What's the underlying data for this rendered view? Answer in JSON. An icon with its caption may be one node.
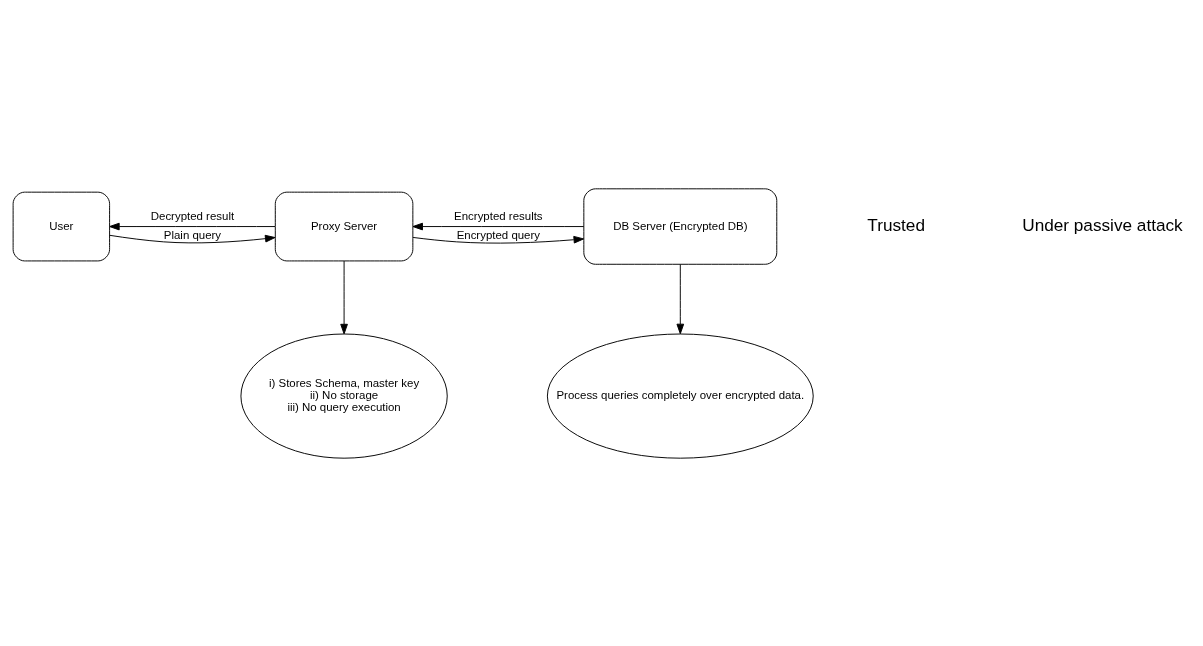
{
  "diagram": {
    "nodes": [
      {
        "text": [
          "User"
        ]
      },
      {
        "text": [
          "Proxy Server"
        ]
      },
      {
        "text": [
          "DB Server (Encrypted DB)"
        ]
      },
      {
        "text": [
          "i) Stores Schema, master key",
          "ii) No storage",
          "iii) No query execution"
        ]
      },
      {
        "text": [
          "Process queries completely over encrypted data."
        ]
      }
    ],
    "edges": [
      {
        "from": 0,
        "to": 1,
        "arrow": "to",
        "label": "Plain query"
      },
      {
        "from": 1,
        "to": 0,
        "arrow": "to",
        "label": "Decrypted result"
      },
      {
        "from": 1,
        "to": 2,
        "arrow": "to",
        "label": "Encrypted query"
      },
      {
        "from": 2,
        "to": 1,
        "arrow": "to",
        "label": "Encrypted results"
      },
      {
        "from": 1,
        "to": 3,
        "arrow": "to"
      },
      {
        "from": 2,
        "to": 4,
        "arrow": "to"
      }
    ],
    "labels": [
      "Trusted",
      "Under passive attack"
    ]
  }
}
